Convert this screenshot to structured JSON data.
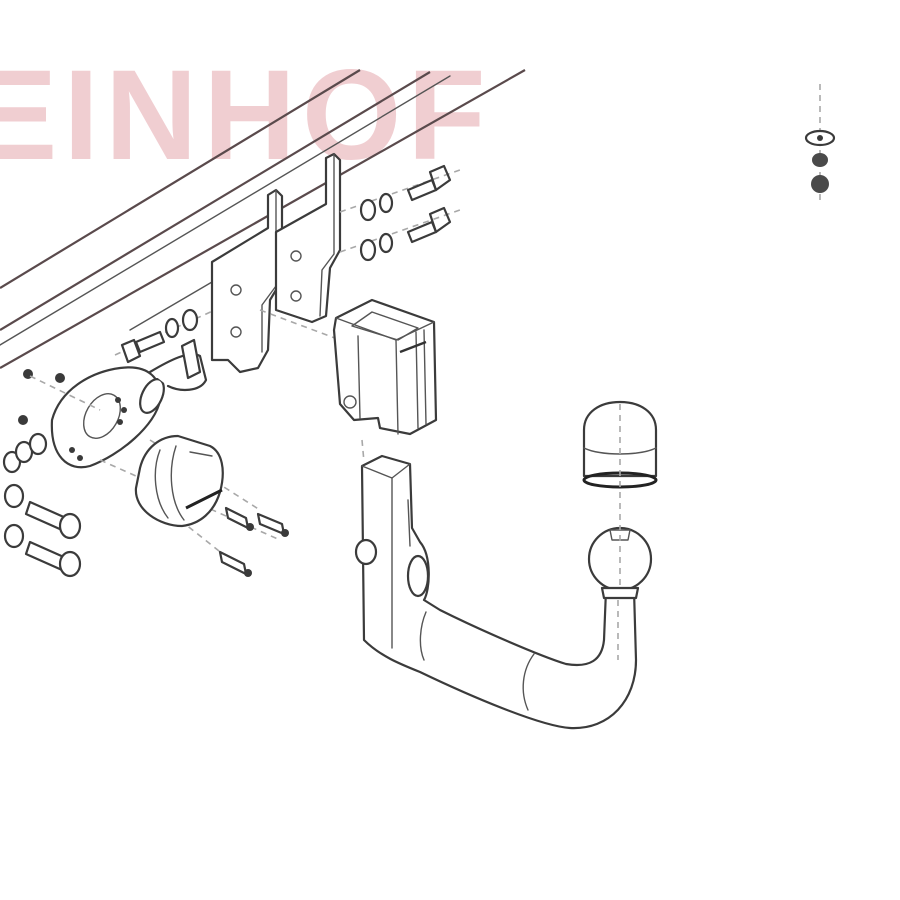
{
  "diagram": {
    "type": "exploded-assembly-drawing",
    "subject": "detachable tow bar (towing hitch) assembly",
    "watermark": {
      "text": "EINHOF",
      "color": "#efc9cd"
    },
    "colors": {
      "background": "#ffffff",
      "line": "#3b3b3b",
      "dashed_guide": "#a8a8a8"
    },
    "components": [
      {
        "id": "vehicle-frame-rail",
        "label": "Vehicle frame rail"
      },
      {
        "id": "mounting-bracket-left",
        "label": "Mounting bracket (left)"
      },
      {
        "id": "mounting-bracket-right",
        "label": "Mounting bracket (right)"
      },
      {
        "id": "crossbar-receiver",
        "label": "Receiver housing"
      },
      {
        "id": "hitch-arm",
        "label": "Detachable ball-neck hitch arm"
      },
      {
        "id": "tow-ball",
        "label": "Tow ball"
      },
      {
        "id": "ball-cover",
        "label": "Tow ball cover cap"
      },
      {
        "id": "socket-plate",
        "label": "Electrical socket plate"
      },
      {
        "id": "socket-housing",
        "label": "Electrical socket housing"
      },
      {
        "id": "bolts-and-washers",
        "label": "Bolts, washers and nuts"
      }
    ]
  }
}
